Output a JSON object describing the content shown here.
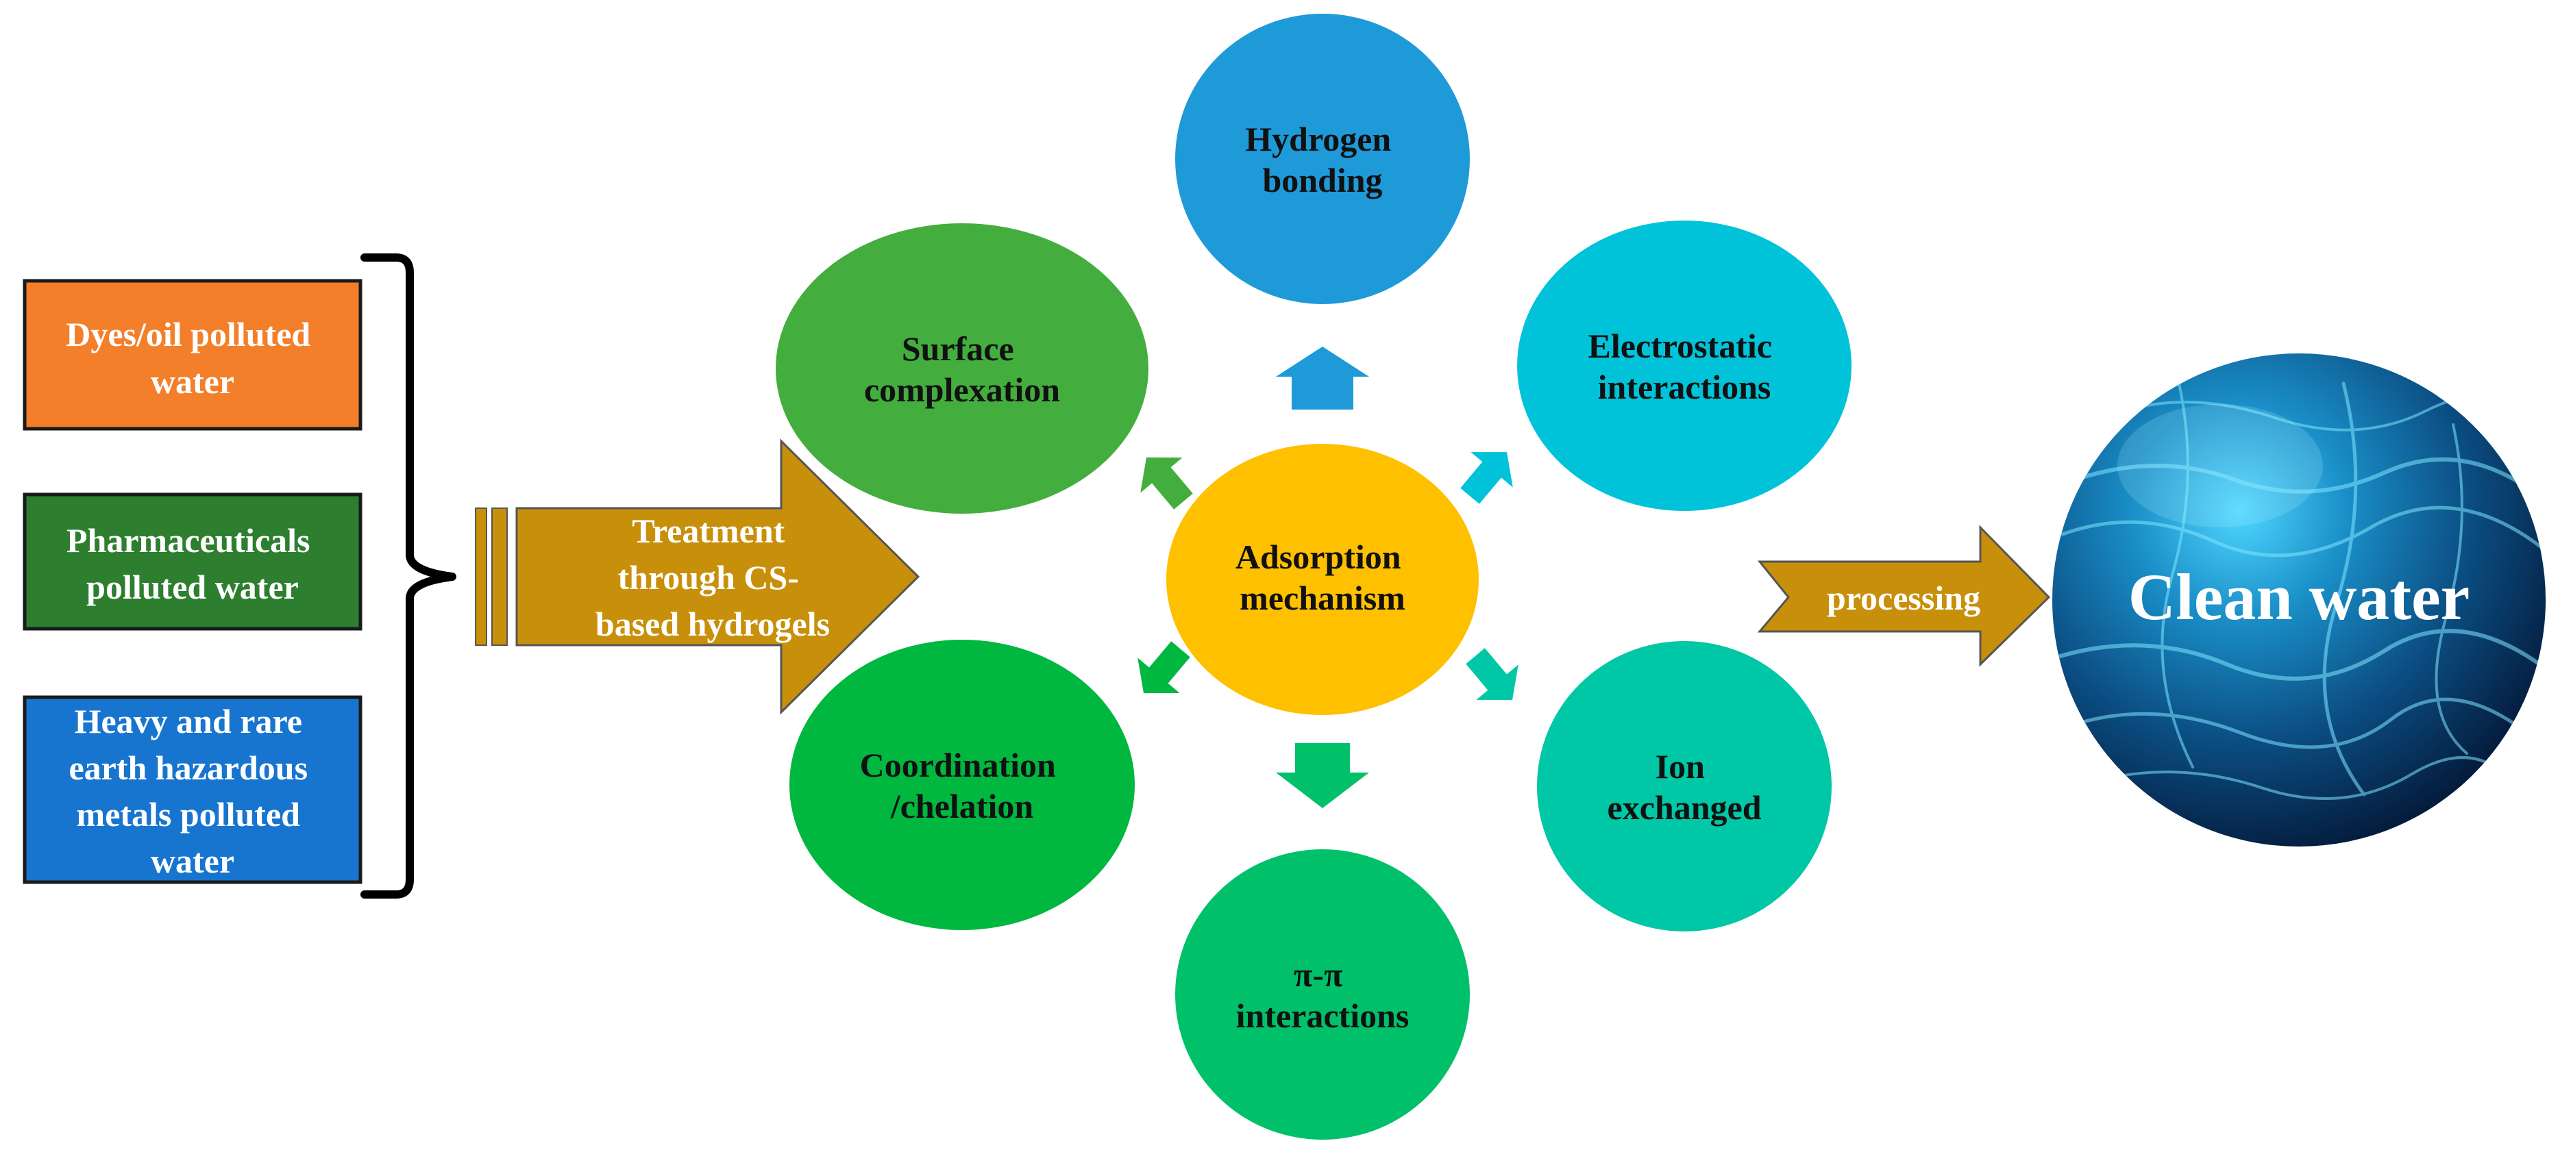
{
  "sources": {
    "dyes": {
      "lines": [
        "Dyes/oil polluted",
        "water"
      ],
      "color": "#F47F2A"
    },
    "pharma": {
      "lines": [
        "Pharmaceuticals",
        "polluted water"
      ],
      "color": "#2D7F2F"
    },
    "metals": {
      "lines": [
        "Heavy and rare",
        "earth hazardous",
        "metals polluted",
        "water"
      ],
      "color": "#1775CF"
    }
  },
  "treatment_arrow": {
    "lines": [
      "Treatment",
      "through CS-",
      "based hydrogels"
    ],
    "color": "#C8900A"
  },
  "center": {
    "lines": [
      "Adsorption",
      "mechanism"
    ],
    "color": "#FFC000"
  },
  "mechanisms": {
    "hydrogen": {
      "lines": [
        "Hydrogen",
        "bonding"
      ],
      "color": "#1E9AD9"
    },
    "electrostatic": {
      "lines": [
        "Electrostatic",
        "interactions"
      ],
      "color": "#00C3DA"
    },
    "ion": {
      "lines": [
        "Ion",
        "exchanged"
      ],
      "color": "#00C7A5"
    },
    "pipi": {
      "lines": [
        "π-π",
        "interactions"
      ],
      "color": "#00C06A"
    },
    "coordination": {
      "lines": [
        "Coordination",
        "/chelation"
      ],
      "color": "#00B740"
    },
    "surface": {
      "lines": [
        "Surface",
        "complexation"
      ],
      "color": "#43AE3E"
    }
  },
  "processing_arrow": {
    "label": "processing",
    "color": "#C8900A"
  },
  "result": {
    "label": "Clean water"
  }
}
